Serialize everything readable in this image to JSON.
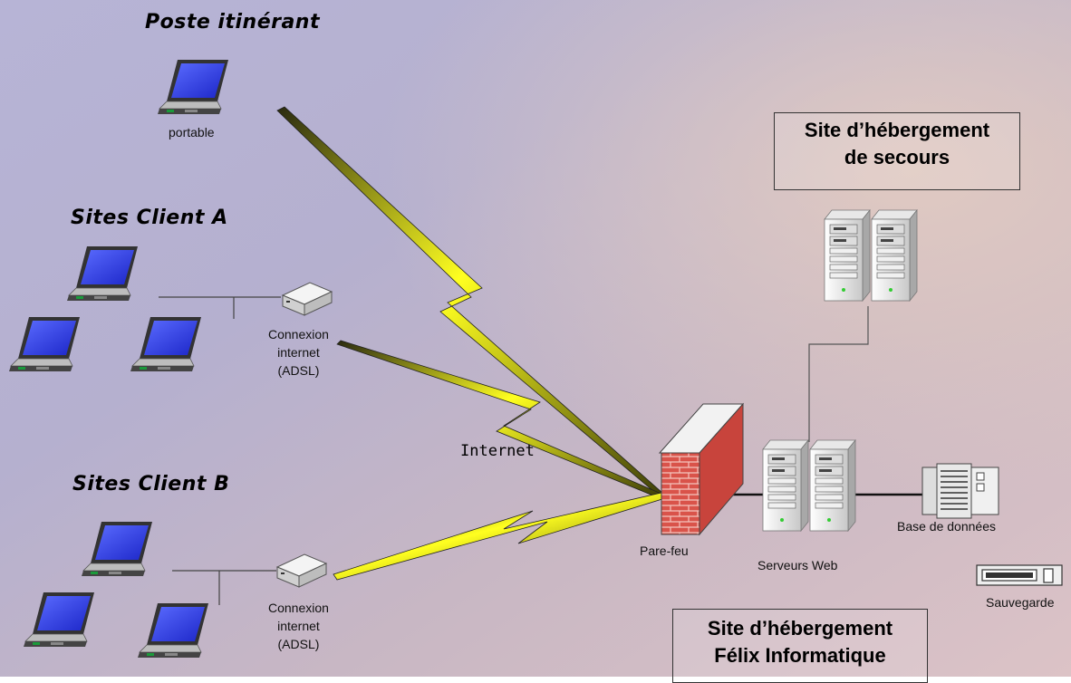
{
  "groups": {
    "roaming": "Poste itinérant",
    "client_a": "Sites Client A",
    "client_b": "Sites Client B"
  },
  "devices": {
    "laptop": "portable",
    "modem_a": [
      "Connexion",
      "internet",
      "(ADSL)"
    ],
    "modem_b": [
      "Connexion",
      "internet",
      "(ADSL)"
    ],
    "firewall": "Pare-feu",
    "web_servers": "Serveurs Web",
    "database": "Base de données",
    "backup": "Sauvegarde"
  },
  "network": {
    "internet": "Internet"
  },
  "sites": {
    "backup_site": [
      "Site d’hébergement",
      "de secours"
    ],
    "main_site": [
      "Site d’hébergement",
      "Félix Informatique"
    ]
  },
  "colors": {
    "lightning": "#e8e800",
    "lightning_dark": "#3a3a10",
    "screen": "#2e3ef0",
    "brick": "#d9534a"
  }
}
